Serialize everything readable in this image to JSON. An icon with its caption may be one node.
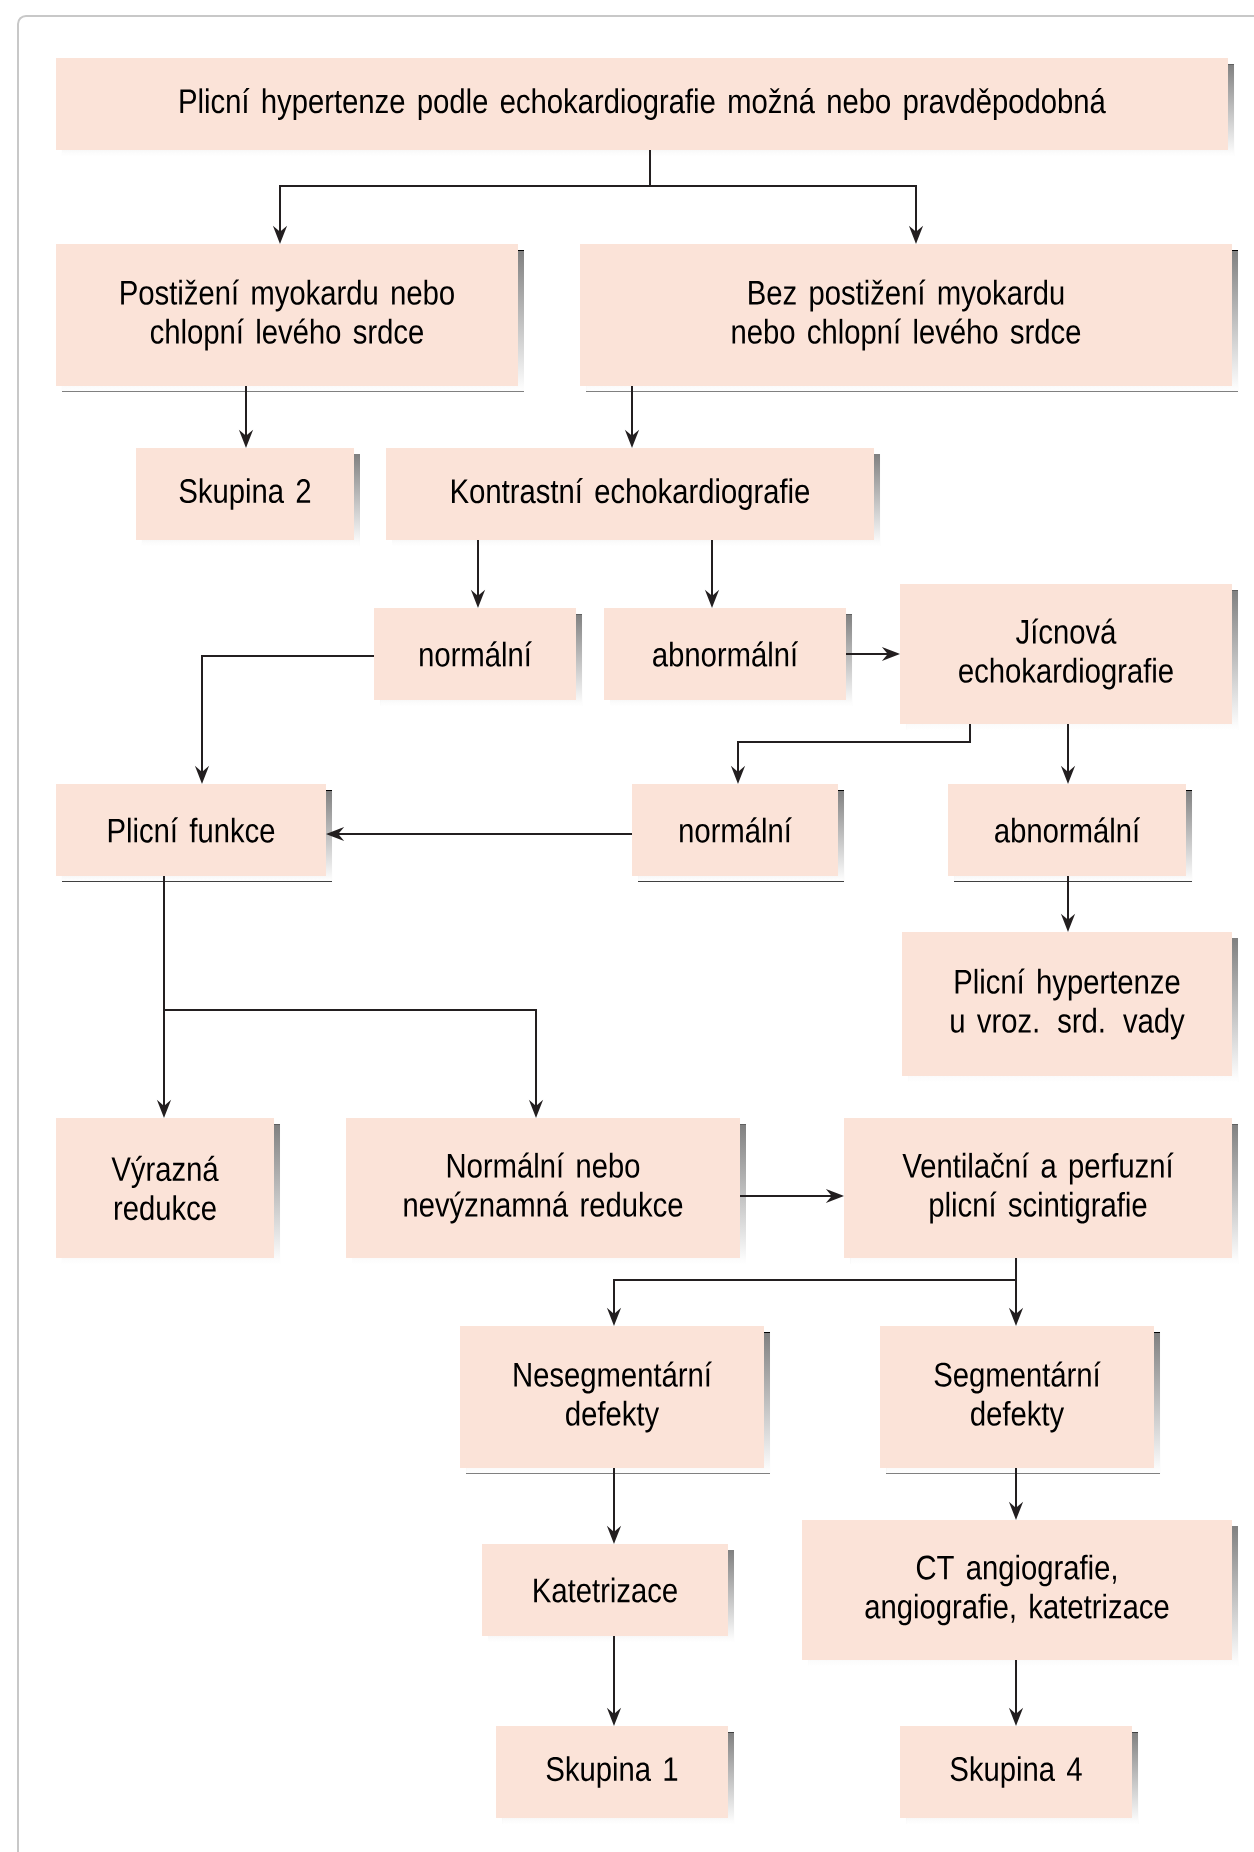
{
  "diagram": {
    "nodes": [
      {
        "text": [
          "Plicní hypertenze podle echokardiografie možná nebo pravděpodobná"
        ]
      },
      {
        "text": [
          "Postižení myokardu nebo chlopní levého srdce"
        ]
      },
      {
        "text": [
          "Bez postižení myokardu nebo chlopní levého srdce"
        ]
      },
      {
        "text": [
          "Skupina 2"
        ]
      },
      {
        "text": [
          "Kontrastní echokardiografie"
        ]
      },
      {
        "text": [
          "normální"
        ]
      },
      {
        "text": [
          "abnormální"
        ]
      },
      {
        "text": [
          "Jícnová echokardiografie"
        ]
      },
      {
        "text": [
          "Plicní funkce"
        ]
      },
      {
        "text": [
          "normální"
        ]
      },
      {
        "text": [
          "abnormální"
        ]
      },
      {
        "text": [
          "Plicní hypertenze u vroz. srd. vady"
        ]
      },
      {
        "text": [
          "Výrazná redukce"
        ]
      },
      {
        "text": [
          "Normální nebo nevýznamná redukce"
        ]
      },
      {
        "text": [
          "Ventilační a perfuzní plicní scintigrafie"
        ]
      },
      {
        "text": [
          "Nesegmentární defekty"
        ]
      },
      {
        "text": [
          "Segmentární defekty"
        ]
      },
      {
        "text": [
          "Katetrizace"
        ]
      },
      {
        "text": [
          "CT angiografie, angiografie, katetrizace"
        ]
      },
      {
        "text": [
          "Skupina 1"
        ]
      },
      {
        "text": [
          "Skupina 4"
        ]
      }
    ],
    "edges": [
      {
        "from": 0,
        "to": 1,
        "arrow": "to"
      },
      {
        "from": 0,
        "to": 2,
        "arrow": "to"
      },
      {
        "from": 1,
        "to": 3,
        "arrow": "to"
      },
      {
        "from": 2,
        "to": 4,
        "arrow": "to"
      },
      {
        "from": 4,
        "to": 5,
        "arrow": "to"
      },
      {
        "from": 4,
        "to": 6,
        "arrow": "to"
      },
      {
        "from": 6,
        "to": 7,
        "arrow": "to"
      },
      {
        "from": 5,
        "to": 8,
        "arrow": "to"
      },
      {
        "from": 7,
        "to": 9,
        "arrow": "to"
      },
      {
        "from": 7,
        "to": 10,
        "arrow": "to"
      },
      {
        "from": 9,
        "to": 8,
        "arrow": "to"
      },
      {
        "from": 10,
        "to": 11,
        "arrow": "to"
      },
      {
        "from": 8,
        "to": 12,
        "arrow": "to"
      },
      {
        "from": 8,
        "to": 13,
        "arrow": "to"
      },
      {
        "from": 13,
        "to": 14,
        "arrow": "to"
      },
      {
        "from": 14,
        "to": 15,
        "arrow": "to"
      },
      {
        "from": 14,
        "to": 16,
        "arrow": "to"
      },
      {
        "from": 15,
        "to": 17,
        "arrow": "to"
      },
      {
        "from": 16,
        "to": 18,
        "arrow": "to"
      },
      {
        "from": 17,
        "to": 19,
        "arrow": "to"
      },
      {
        "from": 18,
        "to": 20,
        "arrow": "to"
      }
    ]
  }
}
